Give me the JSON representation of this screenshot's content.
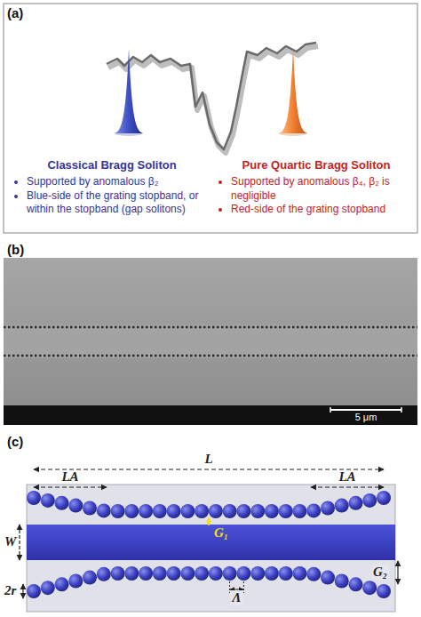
{
  "diagram": {
    "labels": [
      "(a)",
      "Classical Bragg Soliton",
      "Supported by anomalous β₂",
      "Blue-side of the grating stopband, or within the stopband (gap solitons)",
      "Pure Quartic Bragg Soliton",
      "Supported by anomalous β₄, β₂ is negligible",
      "Red-side of the grating stopband",
      "(b)",
      "5 μm",
      "(c)",
      "L",
      "LA",
      "LA",
      "W",
      "G₁",
      "G₂",
      "2r",
      "Λ"
    ]
  }
}
